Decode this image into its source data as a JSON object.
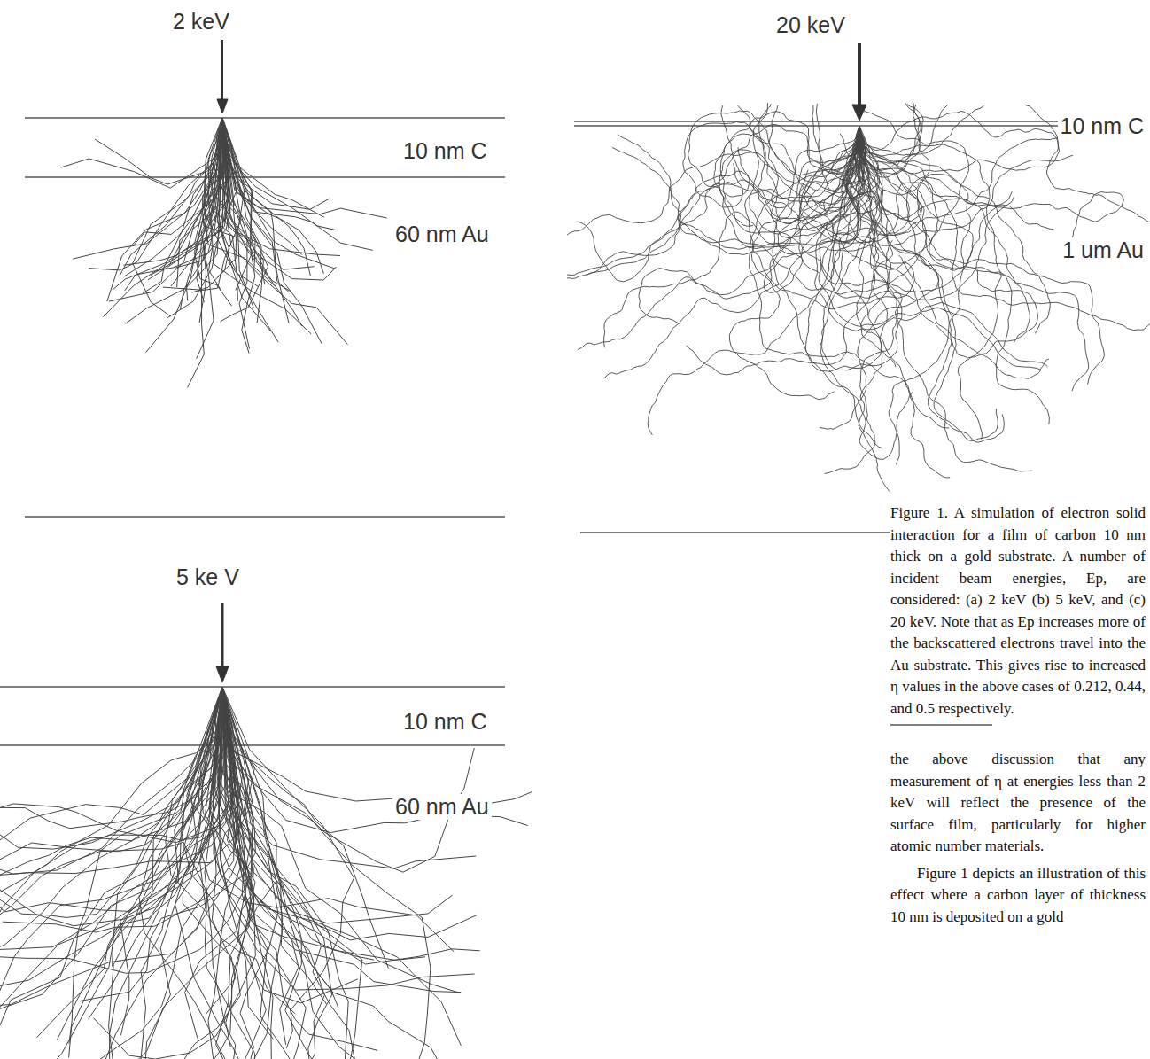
{
  "diagram": {
    "caption": "Figure 1. A simulation of electron solid interaction for a film of carbon 10 nm thick on a gold substrate. A number of incident beam energies, Ep, are considered: (a) 2 keV (b) 5 keV, and (c) 20 keV. Note that as Ep increases more of the backscattered electrons travel into the Au substrate. This gives rise to increased η values in the above cases of 0.212, 0.44, and 0.5 respectively.",
    "labels": [
      "2 keV",
      "10 nm C",
      "60 nm Au",
      "20 keV",
      "10 nm C",
      "1 um Au",
      "5 ke V",
      "10 nm C",
      "60 nm Au",
      "the above discussion that any measurement of η at energies less than 2 keV will reflect the presence of the surface film, particularly for higher atomic number materials.",
      "Figure 1 depicts an illustration of this effect where a carbon layer of thickness 10 nm is deposited on a gold"
    ]
  }
}
